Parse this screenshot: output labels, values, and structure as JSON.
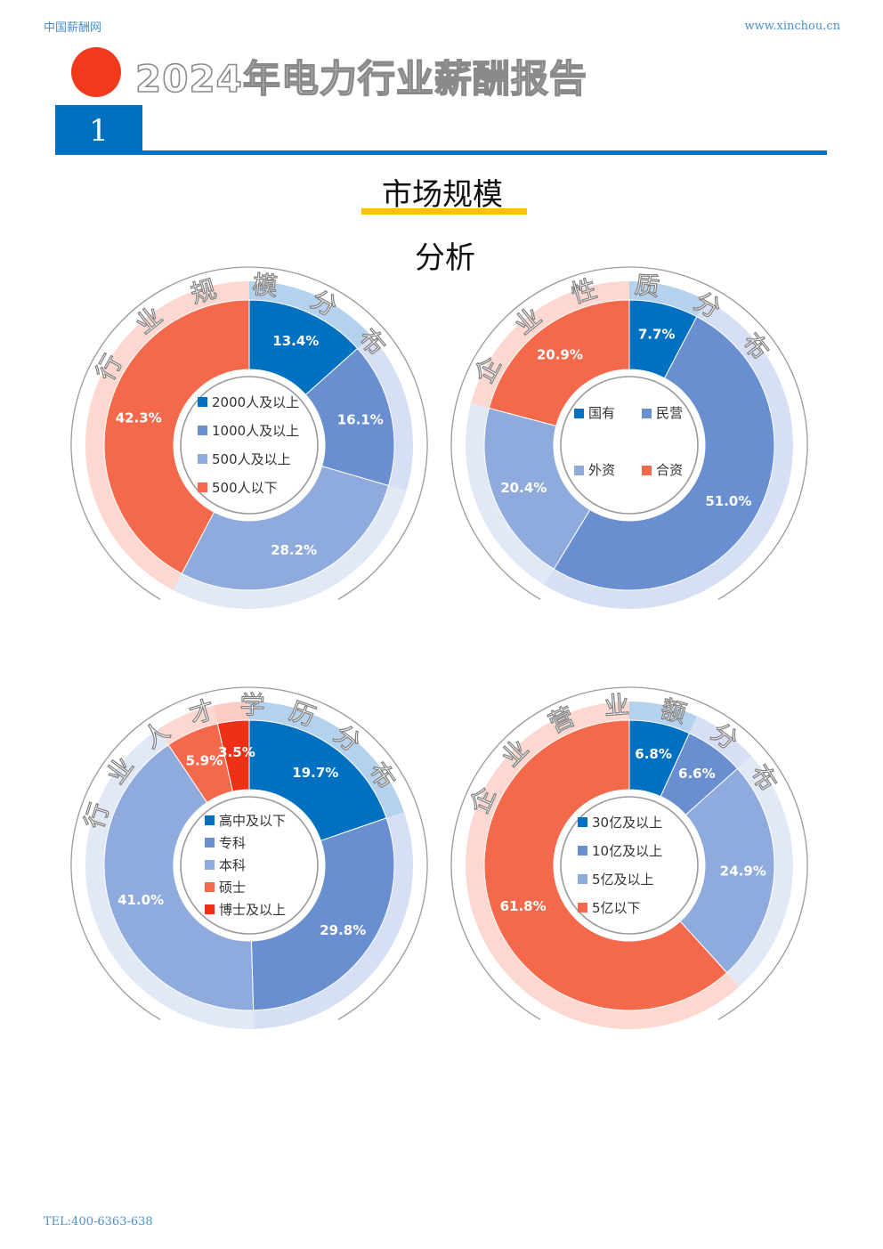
{
  "header": {
    "site_name": "中国薪酬网",
    "site_url": "www.xinchou.cn",
    "report_title": "2024年电力行业薪酬报告",
    "section_number": "1",
    "section_title": "市场规模",
    "section_subtitle": "分析"
  },
  "footer": {
    "tel": "TEL:400-6363-638"
  },
  "colors": {
    "dark_blue": "#0070c0",
    "mid_blue": "#6a8fd0",
    "light_blue": "#8faadc",
    "salmon": "#f4694b",
    "red": "#ee3016"
  },
  "chart_data": [
    {
      "type": "pie",
      "title": "行业规模分布",
      "categories": [
        "2000人及以上",
        "1000人及以上",
        "500人及以上",
        "500人以下"
      ],
      "values": [
        13.4,
        16.1,
        28.2,
        42.3
      ],
      "labels": [
        "13.4%",
        "16.1%",
        "28.2%",
        "42.3%"
      ],
      "colors": [
        "#0070c0",
        "#6a8fd0",
        "#8faadc",
        "#f4694b"
      ],
      "legend": "center"
    },
    {
      "type": "pie",
      "title": "企业性质分布",
      "categories": [
        "国有",
        "民营",
        "外资",
        "合资"
      ],
      "values": [
        7.7,
        51.0,
        20.4,
        20.9
      ],
      "labels": [
        "7.7%",
        "51.0%",
        "20.4%",
        "20.9%"
      ],
      "colors": [
        "#0070c0",
        "#6a8fd0",
        "#8faadc",
        "#f4694b"
      ],
      "legend": "center"
    },
    {
      "type": "pie",
      "title": "行业人才学历分布",
      "categories": [
        "高中及以下",
        "专科",
        "本科",
        "硕士",
        "博士及以上"
      ],
      "values": [
        19.7,
        29.8,
        41.0,
        5.9,
        3.5
      ],
      "labels": [
        "19.7%",
        "29.8%",
        "41.0%",
        "5.9%",
        "3.5%"
      ],
      "colors": [
        "#0070c0",
        "#6a8fd0",
        "#8faadc",
        "#f4694b",
        "#ee3016"
      ],
      "legend": "center"
    },
    {
      "type": "pie",
      "title": "企业营业额分布",
      "categories": [
        "30亿及以上",
        "10亿及以上",
        "5亿及以上",
        "5亿以下"
      ],
      "values": [
        6.8,
        6.6,
        24.9,
        61.8
      ],
      "labels": [
        "6.8%",
        "6.6%",
        "24.9%",
        "61.8%"
      ],
      "colors": [
        "#0070c0",
        "#6a8fd0",
        "#8faadc",
        "#f4694b"
      ],
      "legend": "center"
    }
  ]
}
